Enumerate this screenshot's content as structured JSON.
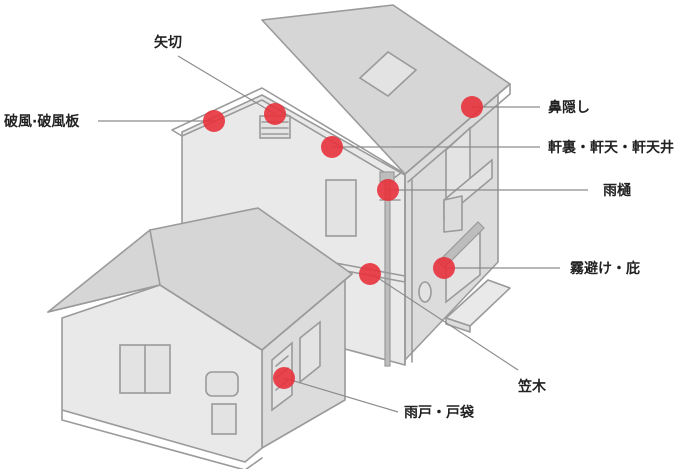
{
  "labels": {
    "yagiri": "矢切",
    "hafu": "破風·破風板",
    "hanakakushi": "鼻隠し",
    "nokiura": "軒裏・軒天・軒天井",
    "amadoi": "雨樋",
    "kirinoke": "霧避け・庇",
    "kasagi": "笠木",
    "amado": "雨戸・戸袋"
  },
  "colors": {
    "marker": "#e8323c",
    "line": "#9a9a9a",
    "wall": "#e9e9e9",
    "roof": "#d6d6d6"
  }
}
